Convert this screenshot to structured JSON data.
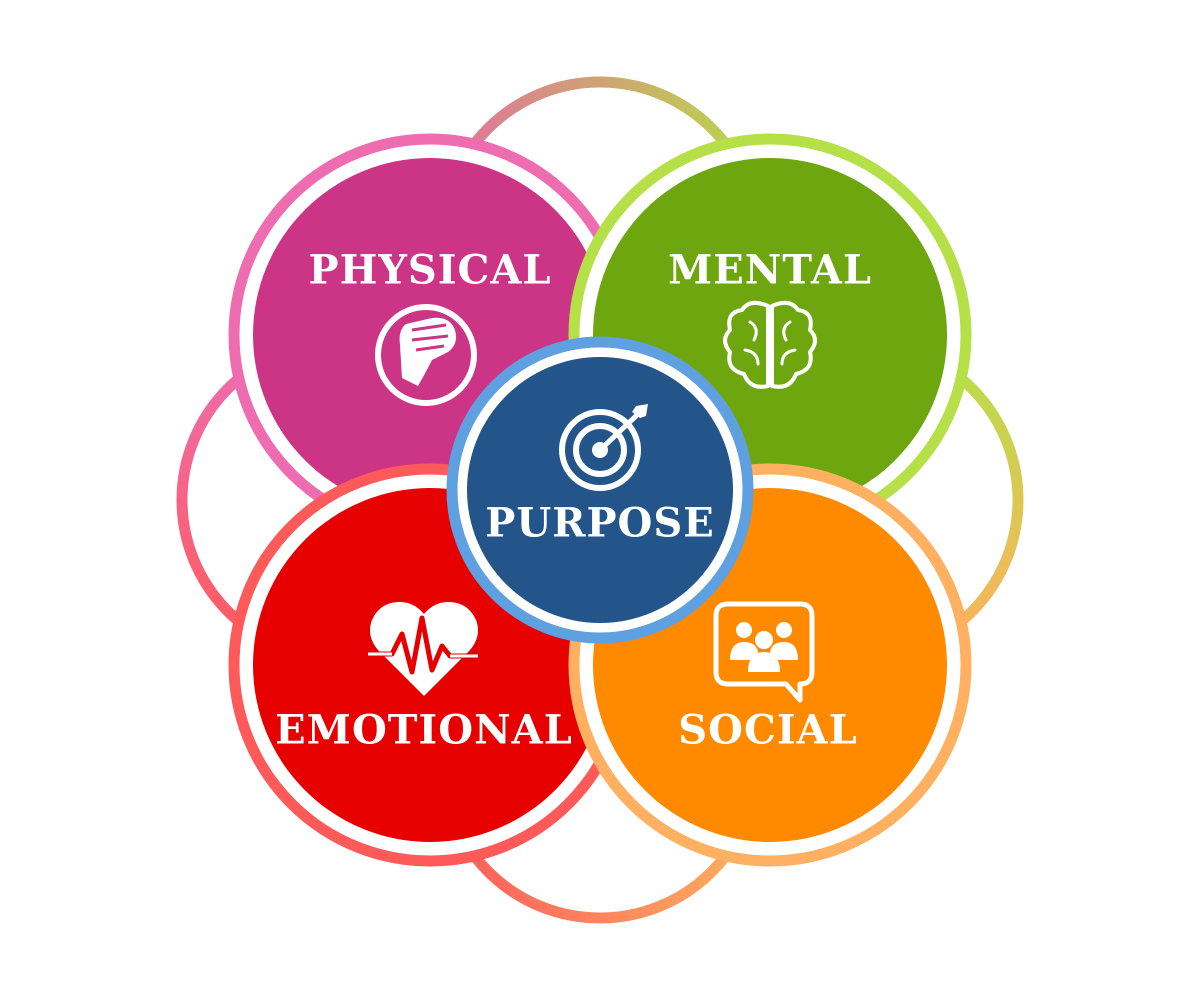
{
  "diagram": {
    "center": {
      "label": "PURPOSE",
      "icon": "target-arrow-icon",
      "color": "#24558A",
      "ring": "#5FA0E0"
    },
    "segments": [
      {
        "key": "physical",
        "label": "PHYSICAL",
        "icon": "raised-fist-icon",
        "color": "#CC3586",
        "ring": "#EE6DB0"
      },
      {
        "key": "mental",
        "label": "MENTAL",
        "icon": "brain-icon",
        "color": "#6EA610",
        "ring": "#B5E048"
      },
      {
        "key": "emotional",
        "label": "EMOTIONAL",
        "icon": "heartbeat-heart-icon",
        "color": "#E60000",
        "ring": "#FF5A5A"
      },
      {
        "key": "social",
        "label": "SOCIAL",
        "icon": "group-chat-icon",
        "color": "#FF8A00",
        "ring": "#FFB060"
      }
    ]
  }
}
